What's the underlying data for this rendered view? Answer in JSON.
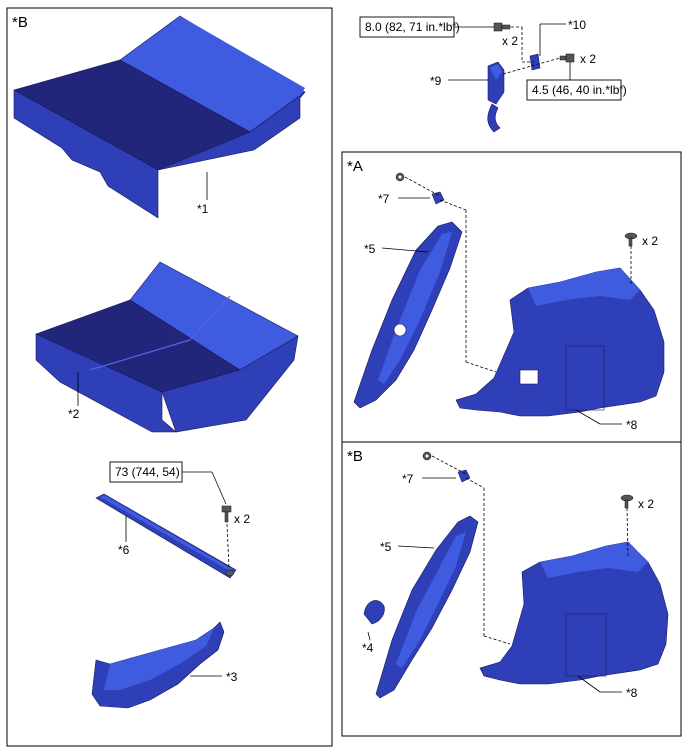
{
  "panels": {
    "left_label": "*B",
    "middle_label": "*A",
    "bottom_label": "*B"
  },
  "callouts": {
    "p1": "*1",
    "p2": "*2",
    "p3": "*3",
    "p4": "*4",
    "p5a": "*5",
    "p5b": "*5",
    "p6": "*6",
    "p7a": "*7",
    "p7b": "*7",
    "p8a": "*8",
    "p8b": "*8",
    "p9": "*9",
    "p10": "*10"
  },
  "torque_specs": {
    "bolt_top": "8.0 (82, 71 in.*lbf)",
    "bolt_side": "4.5 (46, 40 in.*lbf)",
    "bolt_bar": "73 (744, 54)"
  },
  "quantities": {
    "q_top": "x 2",
    "q_side": "x 2",
    "q_bar": "x 2",
    "q_clip_a": "x 2",
    "q_clip_b": "x 2"
  },
  "colors": {
    "part_dark": "#22267a",
    "part_mid": "#2f3fb8",
    "part_light": "#3f5be0"
  }
}
